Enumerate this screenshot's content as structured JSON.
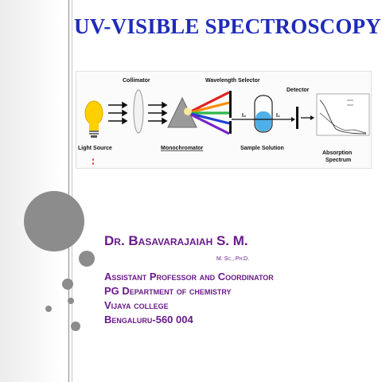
{
  "slide": {
    "title": "UV-VISIBLE SPECTROSCOPY",
    "author": "Dr. Basavarajaiah S. M.",
    "degree": "M. Sc., Ph.D.",
    "lines": [
      "Assistant Professor and Coordinator",
      "PG Department of chemistry",
      "Vijaya college",
      "Bengaluru-560 004"
    ]
  },
  "diagram": {
    "labels": {
      "collimator": "Collimator",
      "wavelength_selector": "Wavelength Selector",
      "detector": "Detector",
      "light_source": "Light Source",
      "monochromator": "Monochromator",
      "sample_solution": "Sample Solution",
      "absorption_spectrum": "Absorption Spectrum",
      "i0": "I₀",
      "i1": "I₁"
    },
    "beam_colors": [
      "#e02020",
      "#ff8c00",
      "#2db84a",
      "#2040d0",
      "#7a22c8"
    ]
  }
}
